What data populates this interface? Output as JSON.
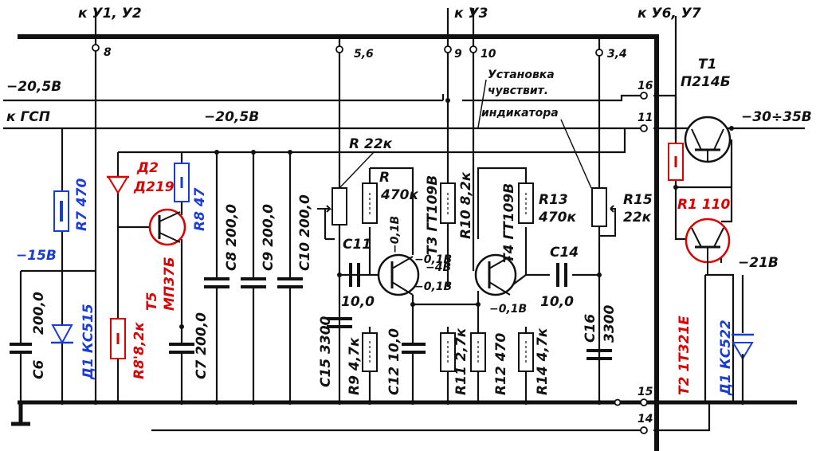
{
  "labels": {
    "top_u1u2": "к У1, У2",
    "top_u3": "к У3",
    "top_u6u7": "к У6, У7",
    "term_8": "8",
    "term_56": "5,6",
    "term_9": "9",
    "term_10": "10",
    "term_34": "3,4",
    "term_16": "16",
    "term_11": "11",
    "term_15": "15",
    "term_14": "14",
    "v_m205_a": "−20,5В",
    "v_m205_b": "−20,5В",
    "k_gsp": "к ГСП",
    "v_m30_35": "−30÷35В",
    "v_m15": "−15В",
    "v_m21": "−21В",
    "v_m01_a": "−0,1В",
    "v_m01_b": "−0,1В",
    "v_m01_c": "−0,1В",
    "v_m01_d": "−0,1В",
    "v_m4": "−4В",
    "note_1": "Установка",
    "note_2": "чувствит.",
    "note_3": "индикатора"
  },
  "components": {
    "R7": "R7 470",
    "D1_left": "Д1 КС515",
    "C6_name": "С6",
    "C6_val": "200,0",
    "D2_a": "Д2",
    "D2_b": "Д219",
    "T5_a": "Т5",
    "T5_b": "МП37Б",
    "R8": "R8 47",
    "R8p": "R8'8,2к",
    "C7": "С7 200,0",
    "C8": "С8 200,0",
    "C9": "С9  200,0",
    "C10": "С10 200,0",
    "R_top": "R  22к",
    "R_470": "R",
    "R_470_val": "470к",
    "C11": "С11",
    "C11_val": "10,0",
    "C15": "С15 3300",
    "R9": "R9 4,7к",
    "C12": "С12  10,0",
    "T3": "Т3 ГТ109В",
    "R10": "R10 8,2к",
    "R11": "R11  2,7к",
    "T4": "Т4 ГТ109В",
    "R12": "R12 470",
    "R13_a": "R13",
    "R13_b": "470к",
    "R14": "R14  4,7к",
    "C14": "С14",
    "C14_val": "10,0",
    "C16_a": "С16",
    "C16_b": "3300",
    "R15_a": "R15",
    "R15_b": "22к",
    "T1_a": "Т1",
    "T1_b": "П214Б",
    "R1": "R1 110",
    "T2": "Т2 1Т321Е",
    "D1_right": "Д1 КС522"
  },
  "colors": {
    "red": "#d80000",
    "blue": "#1a3cd6",
    "ink": "#111111"
  }
}
